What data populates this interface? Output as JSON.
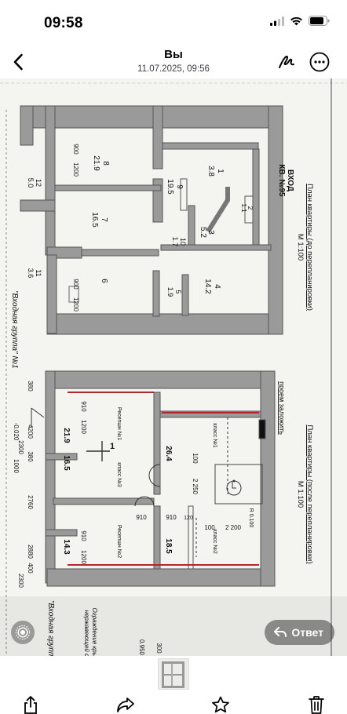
{
  "status": {
    "time": "09:58"
  },
  "header": {
    "title": "Вы",
    "subtitle": "11.07.2025, 09:56"
  },
  "plan": {
    "top_title_line1": "План квартиры (до перепланировки)",
    "top_scale": "М 1:100",
    "entry_label": "ВХОД",
    "apartment_label": "КВ. №95",
    "bottom_title": "План квартиры (после перепланировки)",
    "bottom_scale": "М 1:100",
    "side_note": "проем заложить",
    "entry_group": "\"Входная группа\" №1",
    "entry_group_2": "\"Входная группа\" №",
    "rooms_top": [
      {
        "num": "8",
        "area": "21.9"
      },
      {
        "num": "7",
        "area": "16.5"
      },
      {
        "num": "6",
        "area": ""
      },
      {
        "num": "9",
        "area": "19.5"
      },
      {
        "num": "1",
        "area": "3.8"
      },
      {
        "num": "3",
        "area": "5.2"
      },
      {
        "num": "2",
        "area": "1.1"
      },
      {
        "num": "10",
        "area": "1.7"
      },
      {
        "num": "5",
        "area": "1.9"
      },
      {
        "num": "4",
        "area": "14.2"
      },
      {
        "num": "12",
        "area": "5.0"
      },
      {
        "num": "11",
        "area": "3.6"
      }
    ],
    "rooms_bottom": [
      {
        "label": "Ресепшн №1",
        "area": "21.9"
      },
      {
        "label": "класс №3",
        "area": "16.5"
      },
      {
        "label": "Ресепшн №2",
        "area": "14.3"
      },
      {
        "label": "класс №1",
        "area": "26.4"
      },
      {
        "label": "класс №2",
        "area": "18.5"
      }
    ],
    "dims": {
      "d900": "900",
      "d1200": "1200",
      "d910": "910",
      "d380": "380",
      "d4200": "4200",
      "d2300": "2300",
      "d1000": "1000",
      "d2760": "2760",
      "d2880": "2880",
      "d400": "400",
      "d100": "100",
      "d2200": "2 200",
      "d2250": "2 250",
      "d120": "120",
      "level": "-0.020",
      "level2": "0.950",
      "radius": "R 0.100",
      "mark1": "1",
      "d300": "300"
    },
    "footnote_1": "Ограждение крыльца",
    "footnote_2": "нержавеющей стал"
  },
  "reply": {
    "label": "Ответ"
  }
}
